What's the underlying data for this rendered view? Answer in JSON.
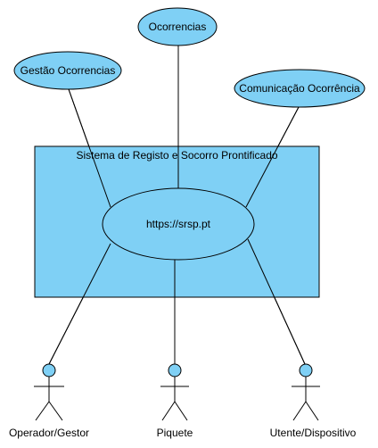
{
  "colors": {
    "fill": "#7fd0f5",
    "stroke": "#000000",
    "background": "#ffffff"
  },
  "system": {
    "title": "Sistema de Registo e Socorro Prontificado",
    "central_use_case": "https://srsp.pt"
  },
  "use_cases": [
    {
      "id": "gestao",
      "label": "Gestão Ocorrencias"
    },
    {
      "id": "ocorrencias",
      "label": "Ocorrencias"
    },
    {
      "id": "comunicacao",
      "label": "Comunicação Ocorrência"
    }
  ],
  "actors": [
    {
      "id": "operador",
      "label": "Operador/Gestor",
      "icon": "stick-figure-actor"
    },
    {
      "id": "piquete",
      "label": "Piquete",
      "icon": "stick-figure-actor"
    },
    {
      "id": "utente",
      "label": "Utente/Dispositivo",
      "icon": "stick-figure-actor"
    }
  ]
}
